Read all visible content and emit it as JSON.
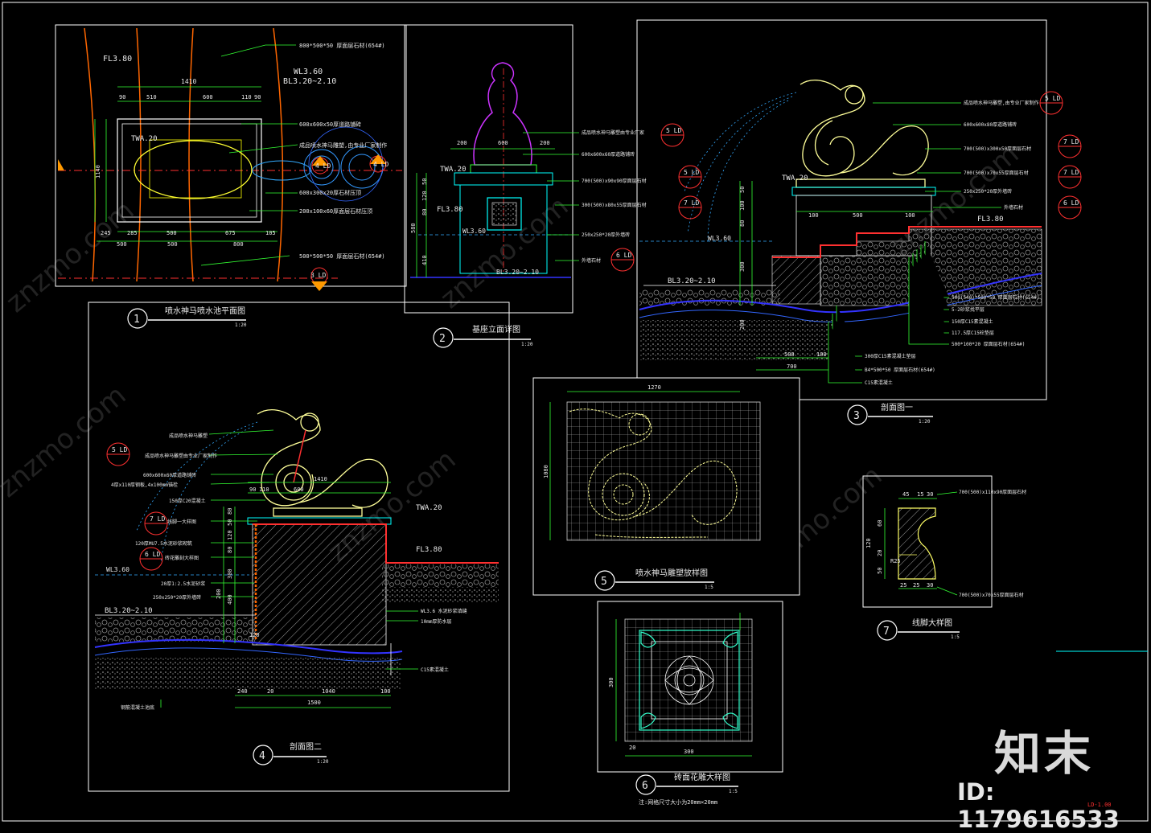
{
  "brand": {
    "logo_text": "知末",
    "id_text": "ID: 1179616533"
  },
  "watermark": "znzmo.com",
  "sheet_number": "LD-1.00",
  "colors": {
    "background": "#000000",
    "border": "#ffffff",
    "dimension": "#33ff33",
    "text": "#ffffff",
    "dragon": "#ffff99",
    "water": "#3333ff",
    "edge": "#ff3030",
    "magenta": "#cc33ff",
    "cyan": "#00ffff"
  },
  "views": {
    "v1": {
      "number": "1",
      "title": "喷水神马喷水池平面图",
      "scale": "1:20"
    },
    "v2": {
      "number": "2",
      "title": "基座立面详图",
      "scale": "1:20"
    },
    "v3": {
      "number": "3",
      "title": "剖面图一",
      "scale": "1:20"
    },
    "v4": {
      "number": "4",
      "title": "剖面图二",
      "scale": "1:20"
    },
    "v5": {
      "number": "5",
      "title": "喷水神马雕塑放样图",
      "scale": "1:5"
    },
    "v6": {
      "number": "6",
      "title": "砖面花雕大样图",
      "scale": "1:5",
      "note": "注:网格尺寸大小为20mm×20mm"
    },
    "v7": {
      "number": "7",
      "title": "线脚大样图",
      "scale": "1:5"
    }
  },
  "plan": {
    "fl": "FL3.80",
    "wl": "WL3.60",
    "bl": "BL3.20~2.10",
    "twa": "TWA.20",
    "top_dim": "1410",
    "dims_top": [
      "90",
      "510",
      "600",
      "110",
      "90"
    ],
    "dims_bottom": [
      "245",
      "285",
      "500",
      "675",
      "105"
    ],
    "dims_bottom2": [
      "500",
      "500",
      "800"
    ],
    "side_dim": "1140",
    "callouts": [
      "800*500*50 厚面层石材(654#)",
      "600x600x50厚道路铺砖",
      "成品喷水神马雕塑,由专业厂家制作",
      "600x300x20厚石材压顶",
      "200x100x60厚面层石材压顶",
      "500*500*50 厚面层石材(654#)"
    ],
    "tags": [
      "4 LD",
      "4 LD",
      "3 LD"
    ]
  },
  "elevation": {
    "twa": "TWA.20",
    "fl": "FL3.80",
    "wl": "WL3.60",
    "bl": "BL3.20~2.10",
    "dims_top": [
      "200",
      "600",
      "200"
    ],
    "dims_side": [
      "50",
      "120",
      "80",
      "580",
      "410"
    ],
    "callouts": [
      "成品喷水神马雕塑由专业厂家",
      "600x600x60厚道路铺砖",
      "700(500)x90x90厚面层石材",
      "300(500)x80x55厚面层石材",
      "250x250*20厚外墙砖",
      "外墙石材"
    ],
    "tags": [
      "5 LD",
      "6 LD"
    ]
  },
  "section1": {
    "twa": "TWA.20",
    "fl": "FL3.80",
    "wl": "WL3.60",
    "bl": "BL3.20~2.10",
    "dims": [
      "100",
      "500",
      "100"
    ],
    "dims_bottom": [
      "500",
      "100",
      "700"
    ],
    "dims_side": [
      "50",
      "100",
      "80",
      "300",
      "200"
    ],
    "callouts_top": [
      "成品喷水神马雕塑,由专业厂家制作",
      "600x600x80厚道路铺砖",
      "700(500)x300x50厚面层石材",
      "700(500)x70x55厚面层石材",
      "250x250*20厚外墙砖",
      "外墙石材"
    ],
    "callouts_right": [
      "500(540)*500*50 厚面层石材(654#)",
      "5-2砂浆找平层",
      "150厚C15素混凝土",
      "117.5厚C15砼垫层",
      "500*100*20 厚面层石材(654#)"
    ],
    "callouts_bottom": [
      "300厚C15素混凝土垫层",
      "B4*500*50 厚面层石材(654#)",
      "C15素混凝土"
    ],
    "tags": [
      "5 LD",
      "7 LD",
      "7 LD",
      "6 LD",
      "5 LD",
      "7 LD"
    ]
  },
  "section2": {
    "twa": "TWA.20",
    "fl": "FL3.80",
    "wl": "WL3.60",
    "bl": "BL3.20~2.10",
    "dims_top": [
      "90",
      "110",
      "600",
      "1410"
    ],
    "dims_bottom": [
      "240",
      "20",
      "1040",
      "100"
    ],
    "total": "1500",
    "dims_side": [
      "80",
      "50",
      "120",
      "80",
      "300",
      "200",
      "400",
      "120"
    ],
    "callouts": [
      "成品喷水神马雕塑",
      "成品喷水神马雕塑由专业厂家制作",
      "600x600x60厚道路铺砖",
      "4厚x110厚钢板,4x100mm锚栓",
      "150厚C20混凝土",
      "线脚一大样图",
      "120厚MU7.5水泥砂浆砌筑",
      "砖花雕刻大样图",
      "20厚1:2.5水泥砂浆",
      "250x250*20厚外墙砖",
      "WL3.6 水泥砂浆填缝",
      "10mm厚防水层",
      "C15素混凝土",
      "钢筋混凝土池底"
    ],
    "tags": [
      "5 LD",
      "7 LD",
      "6 LD"
    ]
  },
  "pattern": {
    "width_dim": "1270",
    "height_dim": "1080"
  },
  "tile": {
    "width_dim": "300",
    "height_dim": "300",
    "margin_dim": "20"
  },
  "molding": {
    "dims_top": [
      "45",
      "15",
      "30"
    ],
    "dims_side": [
      "60",
      "120",
      "20",
      "50"
    ],
    "dims_bottom": [
      "25",
      "25",
      "30"
    ],
    "r_label": "R25",
    "callouts": [
      "700(500)x110x90厚面层石材",
      "700(500)x70x55厚面层石材"
    ]
  }
}
